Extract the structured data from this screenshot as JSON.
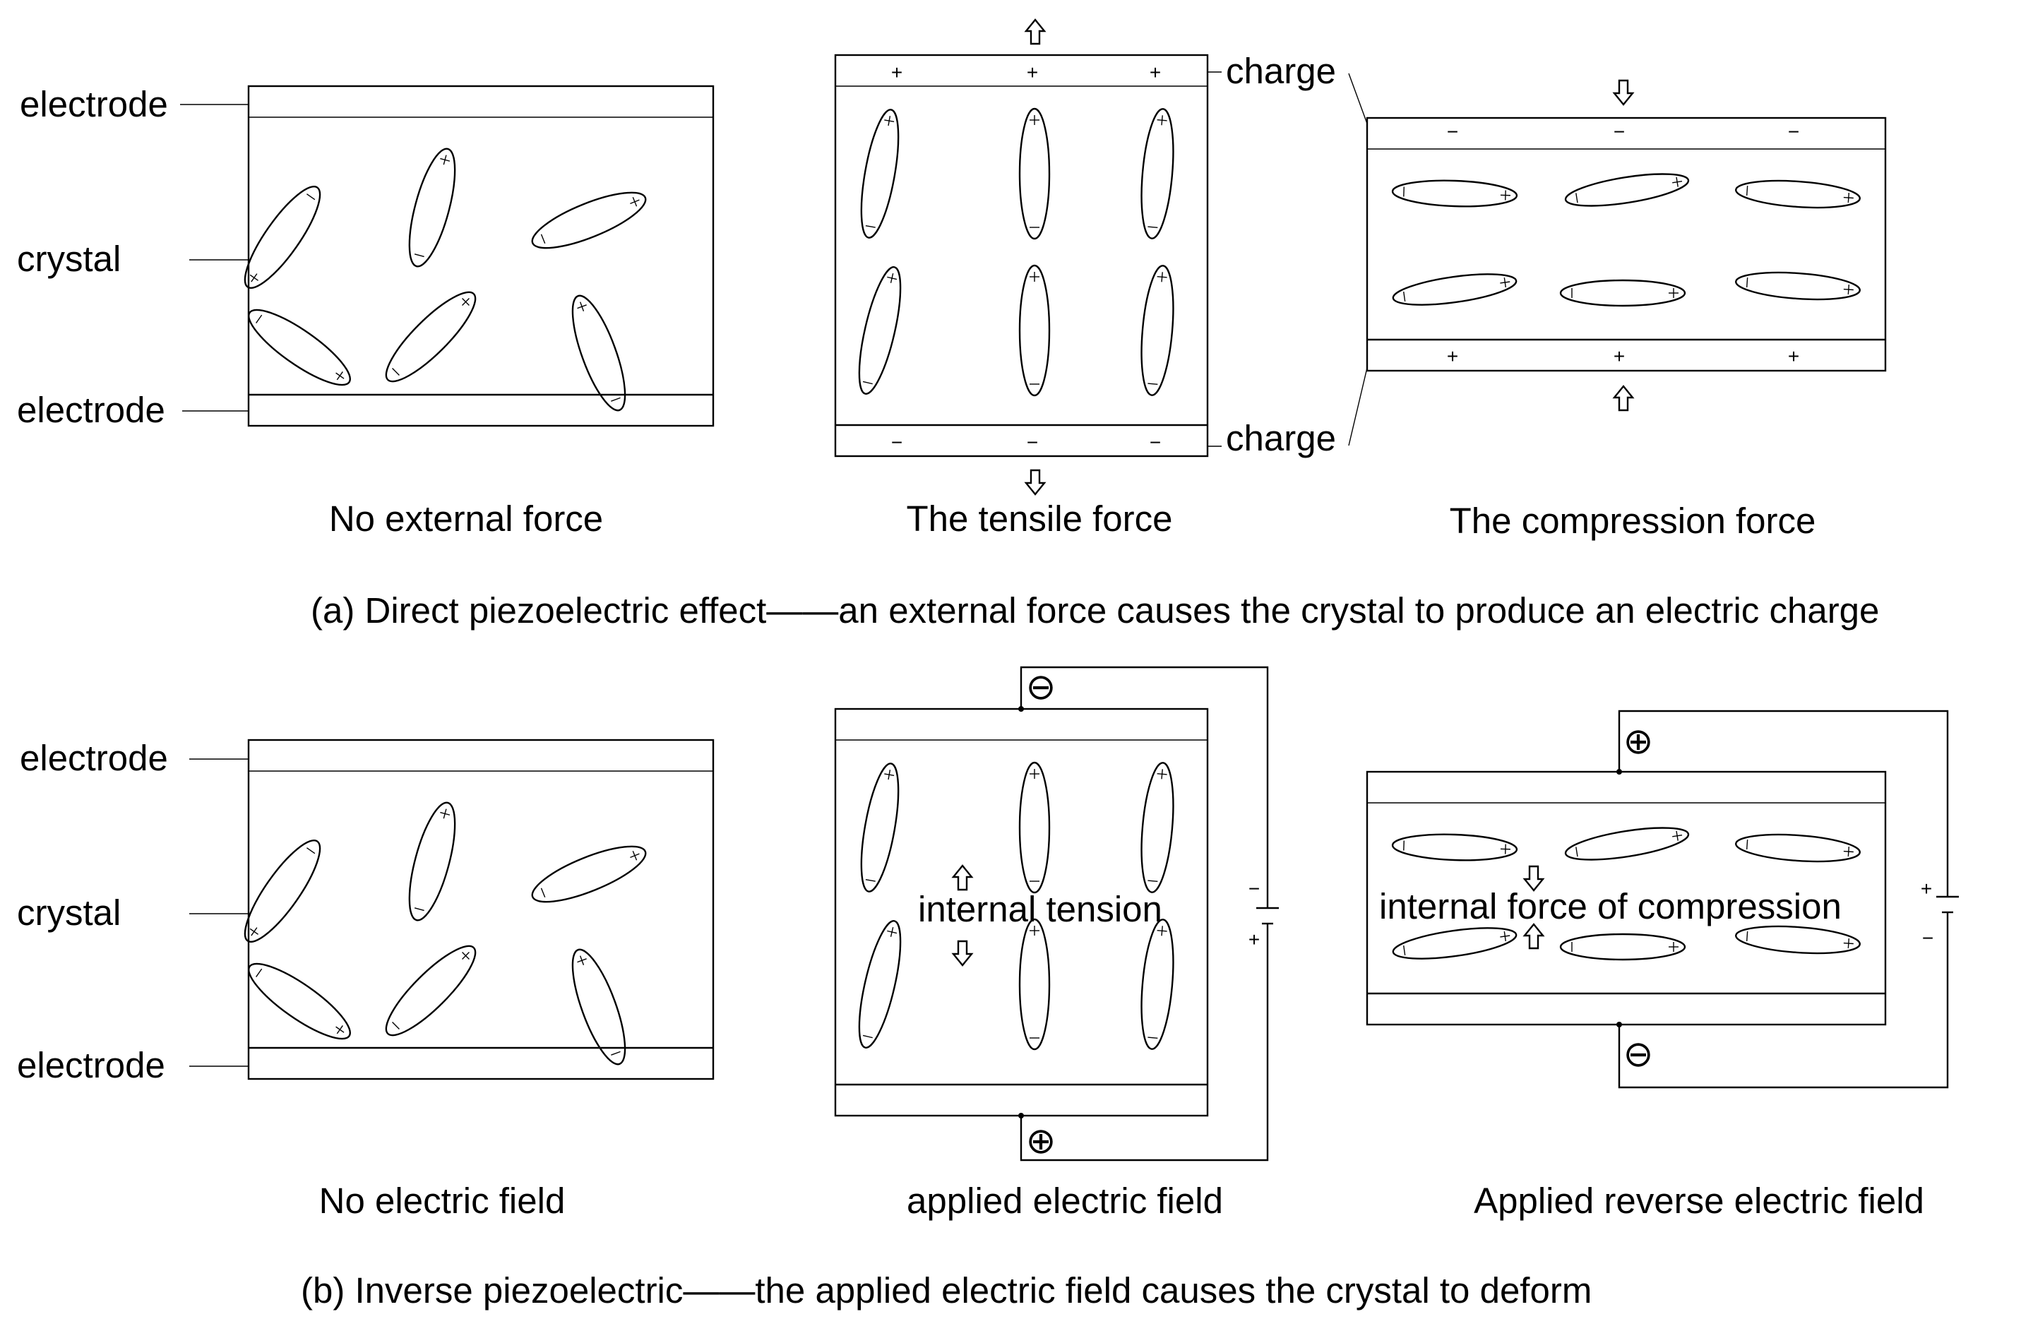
{
  "labels": {
    "electrode": "electrode",
    "crystal": "crystal",
    "charge": "charge",
    "internal_tension": "internal tension",
    "internal_compression": "internal force of compression"
  },
  "panels": {
    "a1": "No external force",
    "a2": "The tensile force",
    "a3": "The compression force",
    "b1": "No electric field",
    "b2": "applied electric field",
    "b3": "Applied reverse electric field"
  },
  "captions": {
    "a": "(a) Direct piezoelectric effect——an external force causes the crystal to produce an electric charge",
    "b": "(b) Inverse piezoelectric——the applied electric field causes the crystal to deform"
  },
  "symbols": {
    "plus": "+",
    "minus": "−",
    "plus_circle": "⊕",
    "minus_circle": "⊖"
  },
  "colors": {
    "ink": "#000000",
    "background": "#ffffff"
  }
}
